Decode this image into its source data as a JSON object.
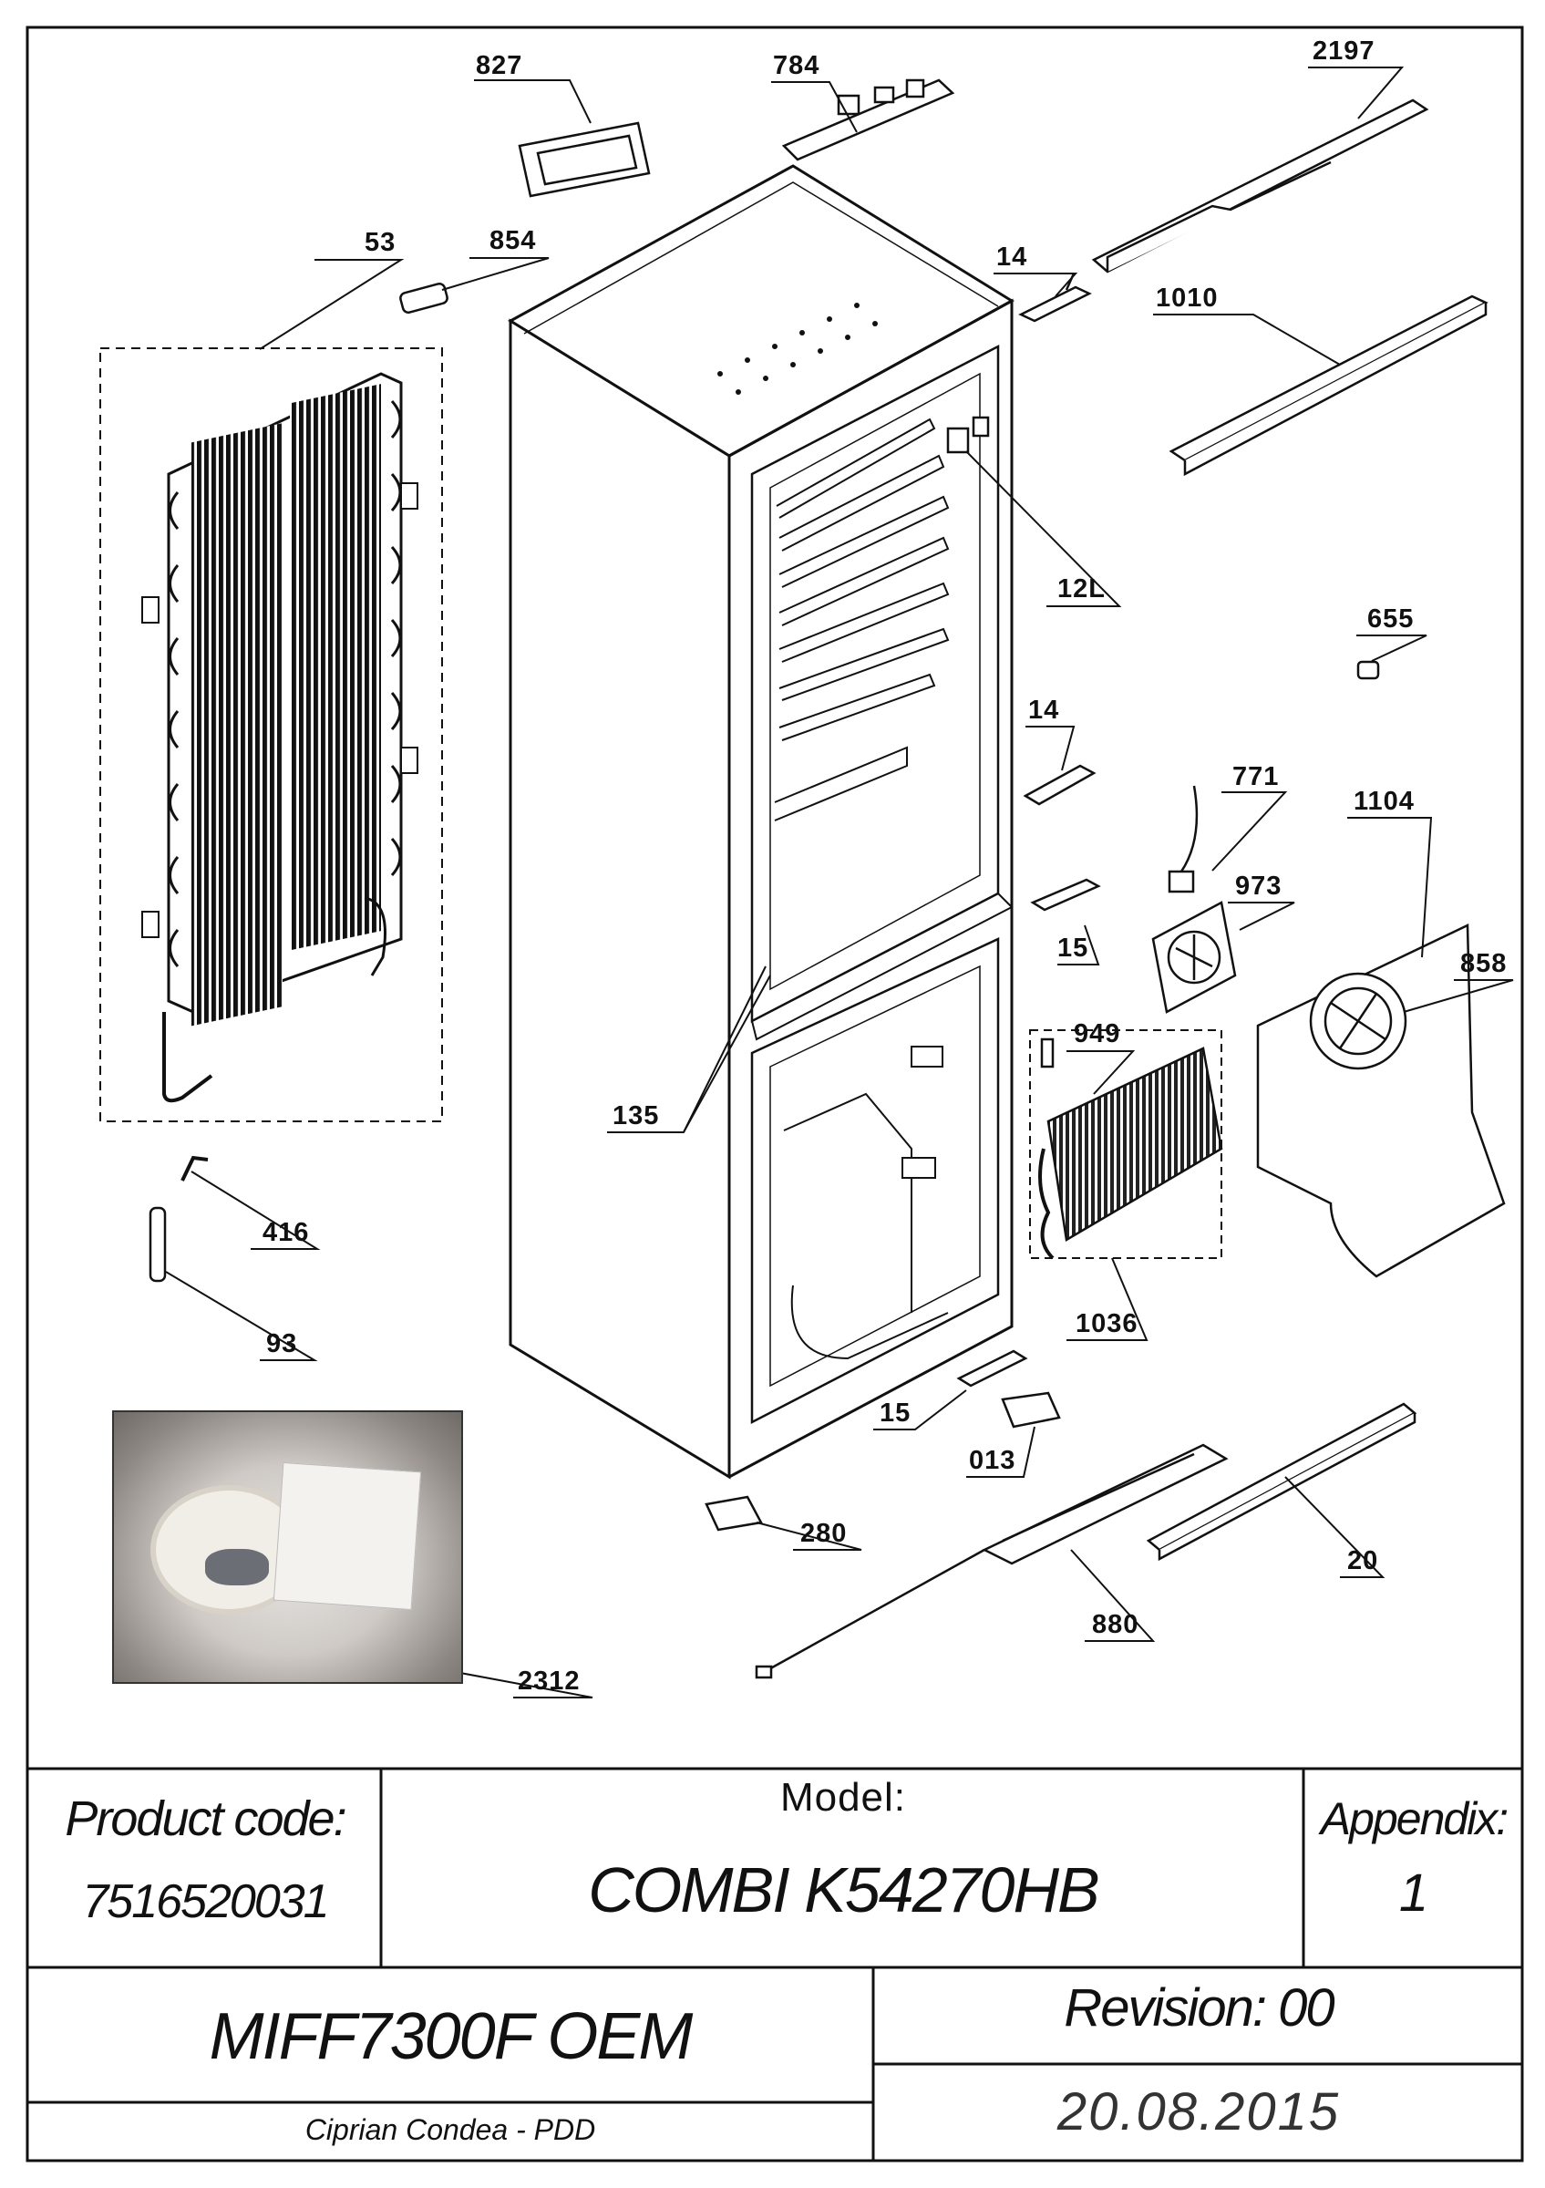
{
  "parts": {
    "p827": "827",
    "p784": "784",
    "p2197": "2197",
    "p53": "53",
    "p854": "854",
    "p14a": "14",
    "p1010": "1010",
    "p12L": "12L",
    "p655": "655",
    "p14b": "14",
    "p771": "771",
    "p1104": "1104",
    "p973": "973",
    "p858": "858",
    "p15a": "15",
    "p949": "949",
    "p135": "135",
    "p416": "416",
    "p93": "93",
    "p1036": "1036",
    "p15b": "15",
    "p013": "013",
    "p280": "280",
    "p20": "20",
    "p880": "880",
    "p2312": "2312"
  },
  "title_block": {
    "product_code_label": "Product code:",
    "product_code_value": "7516520031",
    "model_label": "Model:",
    "model_value": "COMBI K54270HB",
    "appendix_label": "Appendix:",
    "appendix_value": "1",
    "oem_name": "MIFF7300F OEM",
    "revision": "Revision: 00",
    "author": "Ciprian Condea - PDD",
    "date": "20.08.2015"
  }
}
